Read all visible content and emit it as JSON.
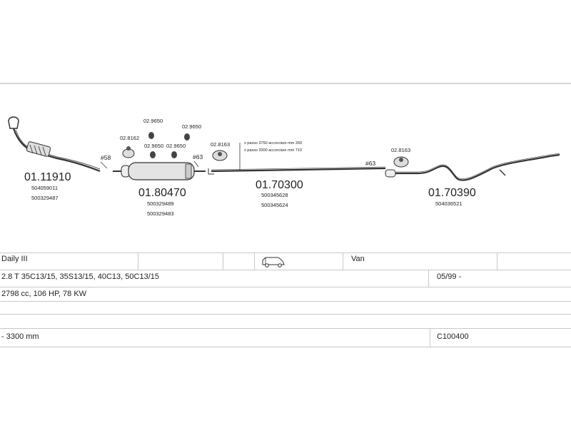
{
  "parts": {
    "p1": {
      "number": "01.11910",
      "codes": [
        "504059011",
        "500329487"
      ]
    },
    "p2": {
      "number": "01.80470",
      "codes": [
        "500329489",
        "500329483"
      ]
    },
    "p3": {
      "number": "01.70300",
      "codes": [
        "500345628",
        "500345624"
      ]
    },
    "p4": {
      "number": "01.70390",
      "codes": [
        "504036521"
      ]
    }
  },
  "fittings": {
    "f58": "#58",
    "f63a": "#63",
    "f63b": "#63",
    "c8162": "02.8162",
    "c9650a": "02.9650",
    "c9650b": "02.9650",
    "c9650c": "02.9650",
    "c9650d": "02.9650",
    "c8163a": "02.8163",
    "c8163b": "02.8163"
  },
  "notes": {
    "n1": "x passo 3750 accorciare mm 260",
    "n2": "x passo 3300 accorciare mm 710"
  },
  "table": {
    "model": "Daily III",
    "body_type": "Van",
    "variants": "2.8 T 35C13/15, 35S13/15, 40C13, 50C13/15",
    "date": "05/99 -",
    "engine": "2798 cc, 106 HP, 78 KW",
    "wheelbase": "- 3300 mm",
    "code": "C100400"
  },
  "icons": {
    "vehicle": "van-icon"
  }
}
